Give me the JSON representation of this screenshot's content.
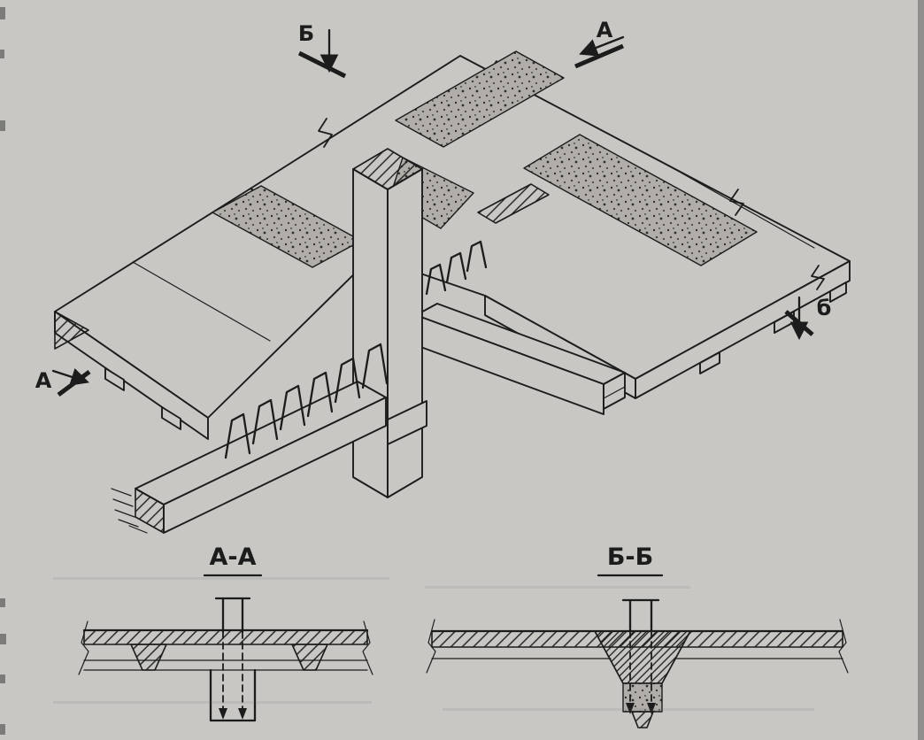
{
  "colors": {
    "paper": "#c8c7c4",
    "ink": "#1c1c1c",
    "band": "#b1aeaa",
    "scan_edge": "#908f8d"
  },
  "main_view": {
    "markers": {
      "b_top": "Б",
      "a_top": "А",
      "b_right": "б",
      "a_left": "А"
    }
  },
  "sections": {
    "aa": {
      "title": "А-А"
    },
    "bb": {
      "title": "Б-Б"
    }
  }
}
